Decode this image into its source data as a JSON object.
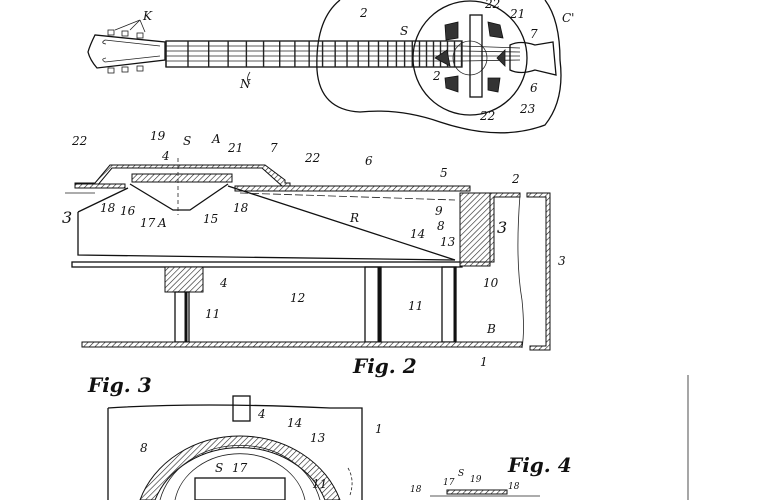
{
  "figures": {
    "fig2": "Fig. 2",
    "fig3": "Fig. 3",
    "fig4": "Fig. 4"
  },
  "labels": {
    "fig1": [
      "K",
      "N",
      "2",
      "S",
      "22",
      "21",
      "C'",
      "7",
      "2",
      "6",
      "23",
      "22"
    ],
    "fig2": [
      "22",
      "19",
      "S",
      "A",
      "21",
      "4",
      "7",
      "22",
      "6",
      "5",
      "2",
      "3",
      "18",
      "16",
      "17",
      "A",
      "15",
      "18",
      "R",
      "9",
      "8",
      "3",
      "14",
      "13",
      "3",
      "10",
      "4",
      "12",
      "11",
      "11",
      "B",
      "1"
    ],
    "fig3": [
      "4",
      "1",
      "14",
      "13",
      "8",
      "S",
      "17",
      "11"
    ],
    "fig4": [
      "S",
      "19",
      "17",
      "18",
      "18"
    ]
  }
}
